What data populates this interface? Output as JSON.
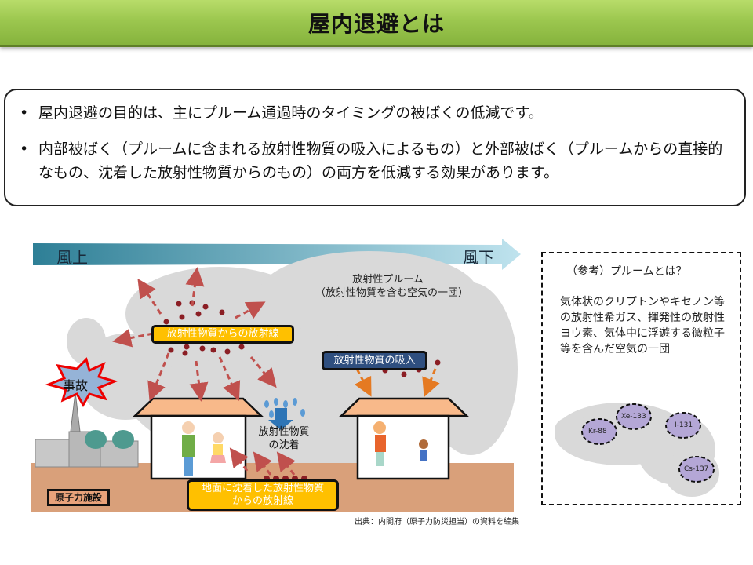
{
  "title": "屋内退避とは",
  "summary": {
    "bullets": [
      "屋内退避の目的は、主にプルーム通過時のタイミングの被ばくの低減です。",
      "内部被ばく（プルームに含まれる放射性物質の吸入によるもの）と外部被ばく（プルームからの直接的なもの、沈着した放射性物質からのもの）の両方を低減する効果があります。"
    ]
  },
  "diagram": {
    "wind": {
      "upwind": "風上",
      "downwind": "風下"
    },
    "plume_label_line1": "放射性プルーム",
    "plume_label_line2": "（放射性物質を含む空気の一団）",
    "radiation_from_material": "放射性物質からの放射線",
    "inhalation": "放射性物質の吸入",
    "accident": "事故",
    "deposition_line1": "放射性物質",
    "deposition_line2": "の沈着",
    "ground_radiation_line1": "地面に沈着した放射性物質",
    "ground_radiation_line2": "からの放射線",
    "facility": "原子力施設",
    "colors": {
      "callout_yellow": "#ffc000",
      "callout_blue": "#2f4f7f",
      "ground": "#d9a07a",
      "roof": "#f8b98a",
      "particle": "#8b1e24",
      "arrow_red": "#c0504d",
      "arrow_orange": "#e57a22"
    }
  },
  "source": "出典：内閣府（原子力防災担当）の資料を編集",
  "reference": {
    "title": "（参考）プルームとは？",
    "body": "気体状のクリプトンやキセノン等の放射性希ガス、揮発性の放射性ヨウ素、気体中に浮遊する微粒子等を含んだ空気の一団",
    "nuclides": [
      "Kr-88",
      "Xe-133",
      "I-131",
      "Cs-137"
    ]
  }
}
